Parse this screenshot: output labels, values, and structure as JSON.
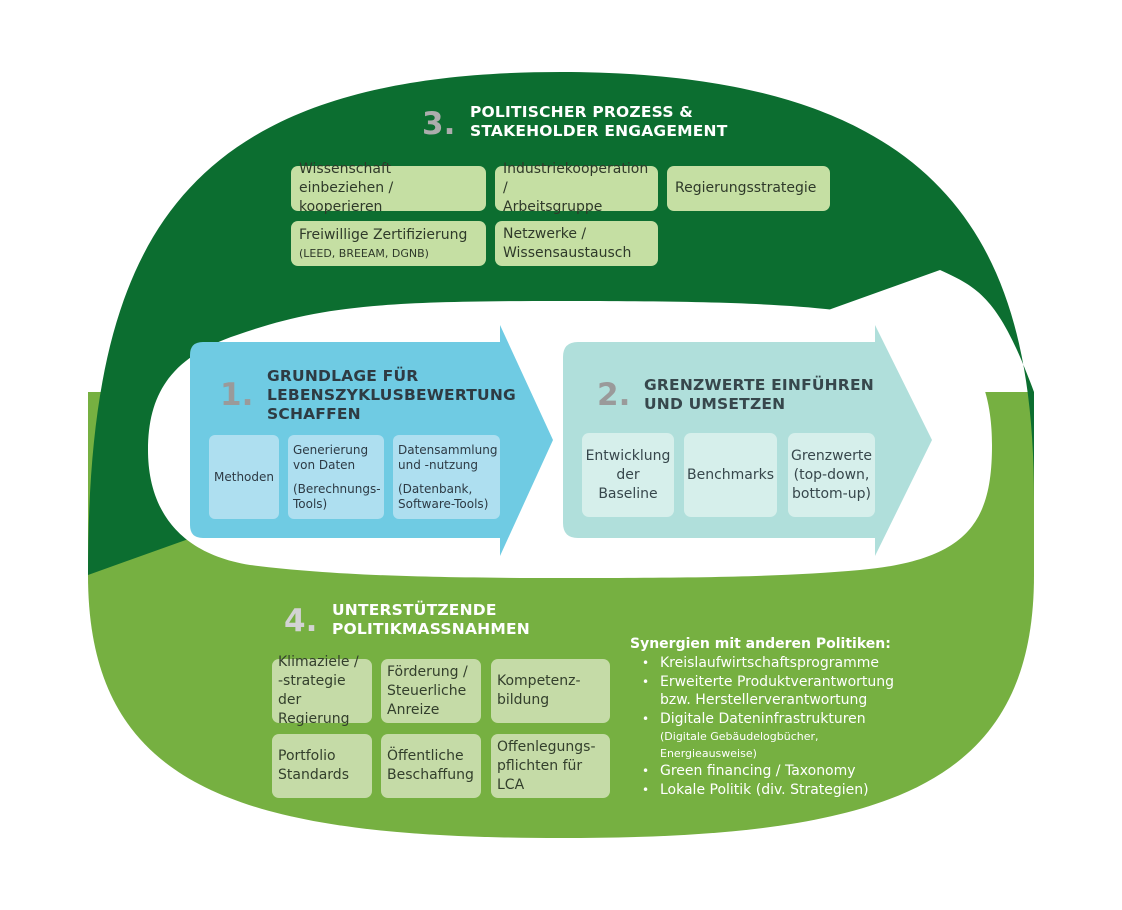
{
  "colors": {
    "dark_green": "#0c6e30",
    "light_green": "#76b041",
    "section1_arrow": "#6fcbe3",
    "section2_arrow": "#b0dfdb",
    "number_gray": "#adadad"
  },
  "section3": {
    "number": "3.",
    "title_lines": [
      "POLITISCHER PROZESS &",
      "STAKEHOLDER ENGAGEMENT"
    ],
    "boxes": [
      {
        "lines": [
          "Wissenschaft einbeziehen /",
          "kooperieren"
        ]
      },
      {
        "lines": [
          "Industriekooperation /",
          "Arbeitsgruppe"
        ]
      },
      {
        "lines": [
          "Regierungsstrategie"
        ]
      },
      {
        "lines": [
          "Freiwillige Zertifizierung"
        ],
        "small": "(LEED, BREEAM, DGNB)"
      },
      {
        "lines": [
          "Netzwerke /",
          "Wissensaustausch"
        ]
      }
    ]
  },
  "section1": {
    "number": "1.",
    "title_lines": [
      "GRUNDLAGE FÜR",
      "LEBENSZYKLUSBEWERTUNG",
      "SCHAFFEN"
    ],
    "boxes": [
      {
        "lines": [
          "Methoden"
        ]
      },
      {
        "lines": [
          "Generierung",
          "von Daten"
        ],
        "sub_lines": [
          "(Berechnungs-",
          "Tools)"
        ]
      },
      {
        "lines": [
          "Datensammlung",
          "und -nutzung"
        ],
        "sub_lines": [
          "(Datenbank,",
          "Software-Tools)"
        ]
      }
    ]
  },
  "section2": {
    "number": "2.",
    "title_lines": [
      "GRENZWERTE EINFÜHREN",
      "UND UMSETZEN"
    ],
    "boxes": [
      {
        "lines": [
          "Entwicklung",
          "der Baseline"
        ]
      },
      {
        "lines": [
          "Benchmarks"
        ]
      },
      {
        "lines": [
          "Grenzwerte",
          "(top-down,",
          "bottom-up)"
        ]
      }
    ]
  },
  "section4": {
    "number": "4.",
    "title_lines": [
      "UNTERSTÜTZENDE",
      "POLITIKMASSNAHMEN"
    ],
    "boxes": [
      {
        "lines": [
          "Klimaziele /",
          "-strategie der",
          "Regierung"
        ]
      },
      {
        "lines": [
          "Förderung /",
          "Steuerliche",
          "Anreize"
        ]
      },
      {
        "lines": [
          "Kompetenz-",
          "bildung"
        ]
      },
      {
        "lines": [
          "Portfolio",
          "Standards"
        ]
      },
      {
        "lines": [
          "Öffentliche",
          "Beschaffung"
        ]
      },
      {
        "lines": [
          "Offenlegungs-",
          "pflichten für LCA"
        ]
      }
    ]
  },
  "synergies": {
    "title": "Synergien mit anderen Politiken:",
    "items": [
      {
        "lines": [
          "Kreislaufwirtschaftsprogramme"
        ]
      },
      {
        "lines": [
          "Erweiterte Produktverantwortung",
          "bzw. Herstellerverantwortung"
        ]
      },
      {
        "lines": [
          "Digitale Dateninfrastrukturen"
        ],
        "sub_lines": [
          "(Digitale Gebäudelogbücher,",
          "Energieausweise)"
        ]
      },
      {
        "lines": [
          "Green financing / Taxonomy"
        ]
      },
      {
        "lines": [
          "Lokale Politik (div. Strategien)"
        ]
      }
    ]
  }
}
